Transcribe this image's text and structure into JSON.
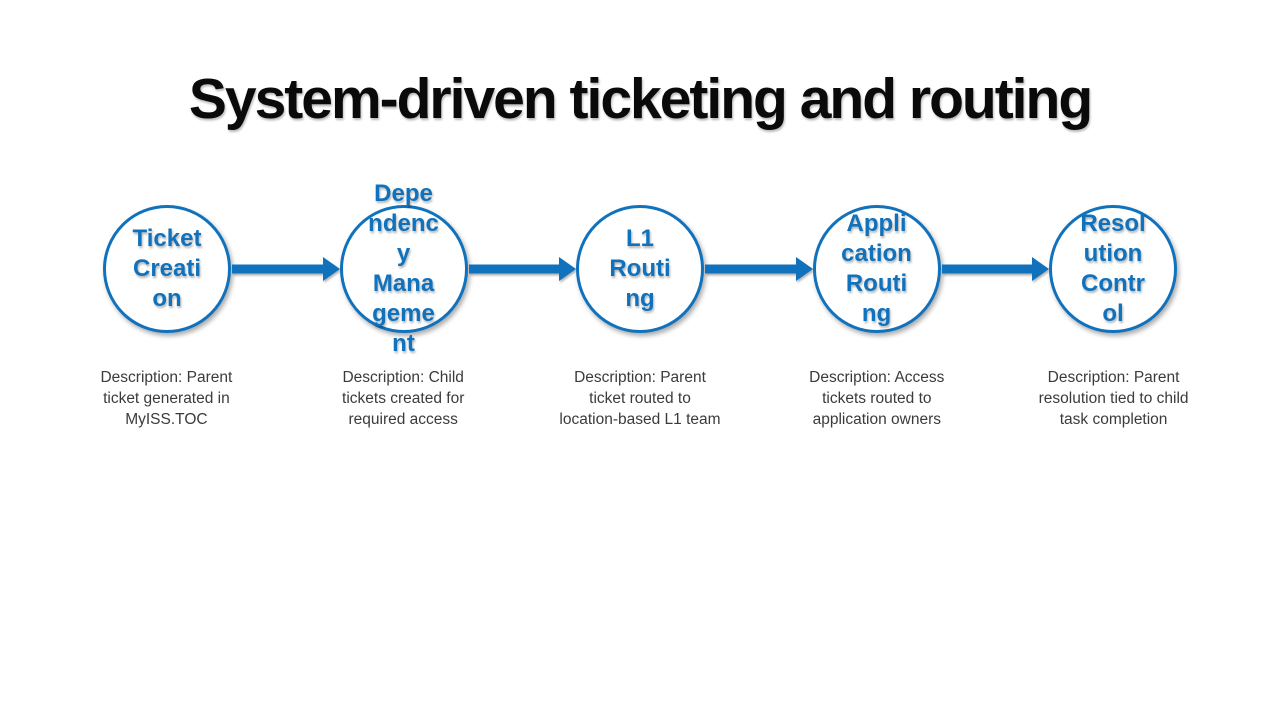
{
  "slide": {
    "title": "System-driven ticketing and routing",
    "background_color": "#FFFFFF",
    "accent_color": "#1072BD",
    "title_color": "#0A0A0A",
    "description_color": "#3B3B3B"
  },
  "stages": [
    {
      "name": "Ticket Creation",
      "label_display": "Ticket\nCreati\non",
      "description": "Description: Parent ticket generated in MyISS.TOC",
      "description_display": "Description: Parent\nticket generated in\nMyISS.TOC"
    },
    {
      "name": "Dependency Management",
      "label_display": "Depe\nndenc\ny\nMana\ngeme\nnt",
      "description": "Description: Child tickets created for required access",
      "description_display": "Description: Child\ntickets created for\nrequired access"
    },
    {
      "name": "L1 Routing",
      "label_display": "L1\nRouti\nng",
      "description": "Description: Parent ticket routed to location-based L1 team",
      "description_display": "Description: Parent\nticket routed to\nlocation-based L1 team"
    },
    {
      "name": "Application Routing",
      "label_display": "Appli\ncation\nRouti\nng",
      "description": "Description: Access tickets routed to application owners",
      "description_display": "Description: Access\ntickets routed to\napplication owners"
    },
    {
      "name": "Resolution Control",
      "label_display": "Resol\nution\nContr\nol",
      "description": "Description: Parent resolution tied to child task completion",
      "description_display": "Description: Parent\nresolution tied to child\ntask completion"
    }
  ]
}
